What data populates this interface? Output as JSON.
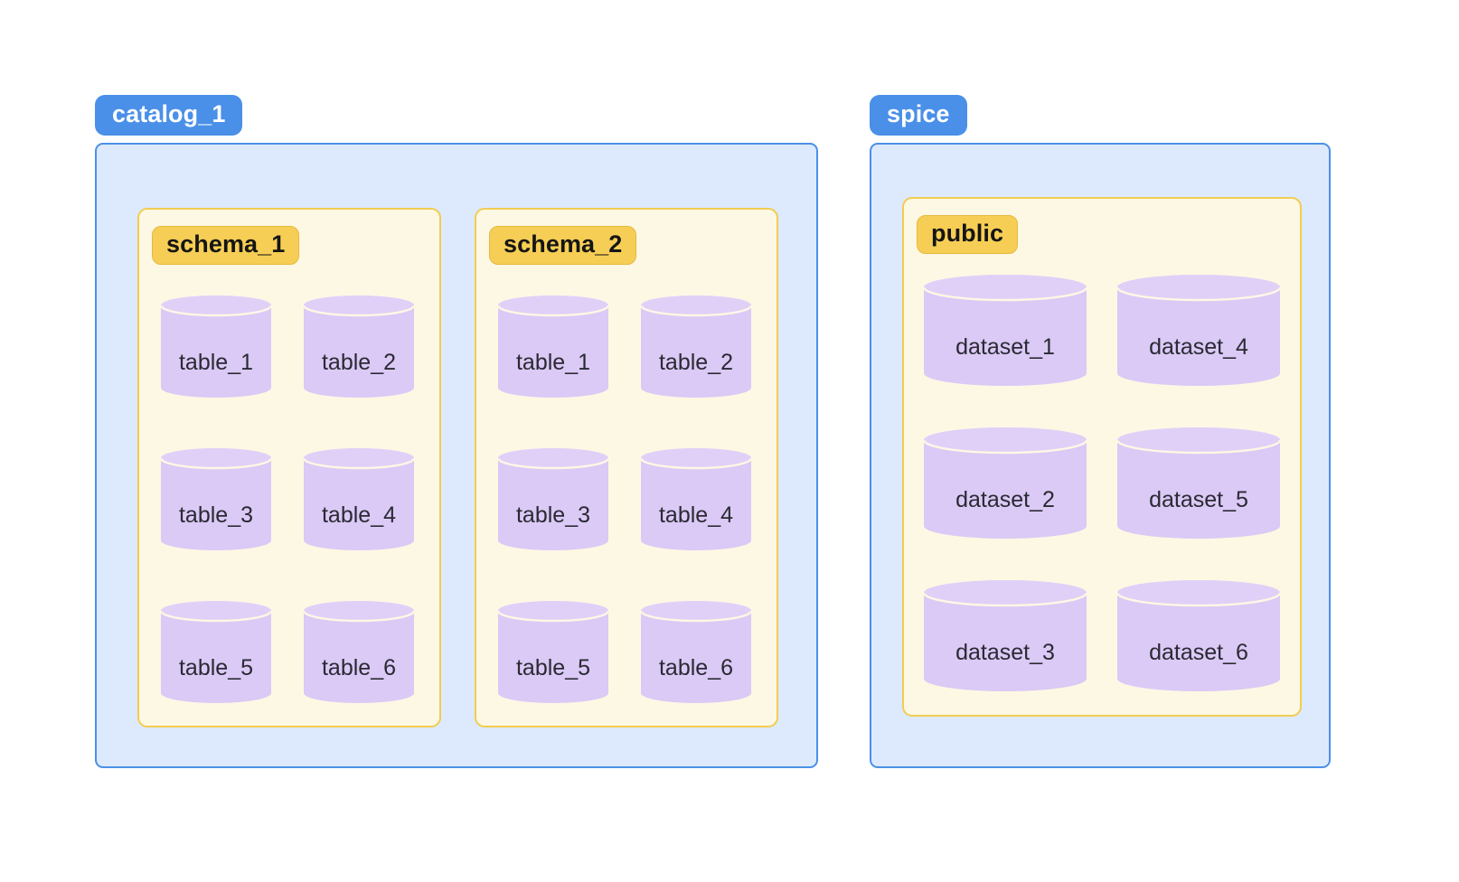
{
  "diagram": {
    "type": "nested-container-diagram",
    "title": "",
    "colors": {
      "page_background": "#ffffff",
      "catalog_badge_fill": "#4a90e8",
      "catalog_badge_text": "#ffffff",
      "catalog_panel_fill": "#ddeafd",
      "catalog_panel_border": "#4a90e8",
      "schema_panel_fill": "#fdf8e4",
      "schema_panel_border": "#f2cc52",
      "schema_badge_fill": "#f7ce55",
      "schema_badge_border": "#e6b83c",
      "schema_badge_text": "#151515",
      "cylinder_fill": "#dbc9f6",
      "cylinder_top_fill": "#e0d0f8",
      "cylinder_rim_line": "#fdf8e4",
      "cylinder_label_text": "#2a2a33"
    },
    "catalogs": [
      {
        "name": "catalog_1",
        "badge_icon": "database-catalog-icon",
        "schemas": [
          {
            "name": "schema_1",
            "badge_icon": "schema-icon",
            "objects": [
              {
                "label": "table_1",
                "icon": "database-cylinder-icon"
              },
              {
                "label": "table_2",
                "icon": "database-cylinder-icon"
              },
              {
                "label": "table_3",
                "icon": "database-cylinder-icon"
              },
              {
                "label": "table_4",
                "icon": "database-cylinder-icon"
              },
              {
                "label": "table_5",
                "icon": "database-cylinder-icon"
              },
              {
                "label": "table_6",
                "icon": "database-cylinder-icon"
              }
            ]
          },
          {
            "name": "schema_2",
            "badge_icon": "schema-icon",
            "objects": [
              {
                "label": "table_1",
                "icon": "database-cylinder-icon"
              },
              {
                "label": "table_2",
                "icon": "database-cylinder-icon"
              },
              {
                "label": "table_3",
                "icon": "database-cylinder-icon"
              },
              {
                "label": "table_4",
                "icon": "database-cylinder-icon"
              },
              {
                "label": "table_5",
                "icon": "database-cylinder-icon"
              },
              {
                "label": "table_6",
                "icon": "database-cylinder-icon"
              }
            ]
          }
        ]
      },
      {
        "name": "spice",
        "badge_icon": "database-catalog-icon",
        "schemas": [
          {
            "name": "public",
            "badge_icon": "schema-icon",
            "objects": [
              {
                "label": "dataset_1",
                "icon": "database-cylinder-icon"
              },
              {
                "label": "dataset_4",
                "icon": "database-cylinder-icon"
              },
              {
                "label": "dataset_2",
                "icon": "database-cylinder-icon"
              },
              {
                "label": "dataset_5",
                "icon": "database-cylinder-icon"
              },
              {
                "label": "dataset_3",
                "icon": "database-cylinder-icon"
              },
              {
                "label": "dataset_6",
                "icon": "database-cylinder-icon"
              }
            ]
          }
        ]
      }
    ]
  }
}
